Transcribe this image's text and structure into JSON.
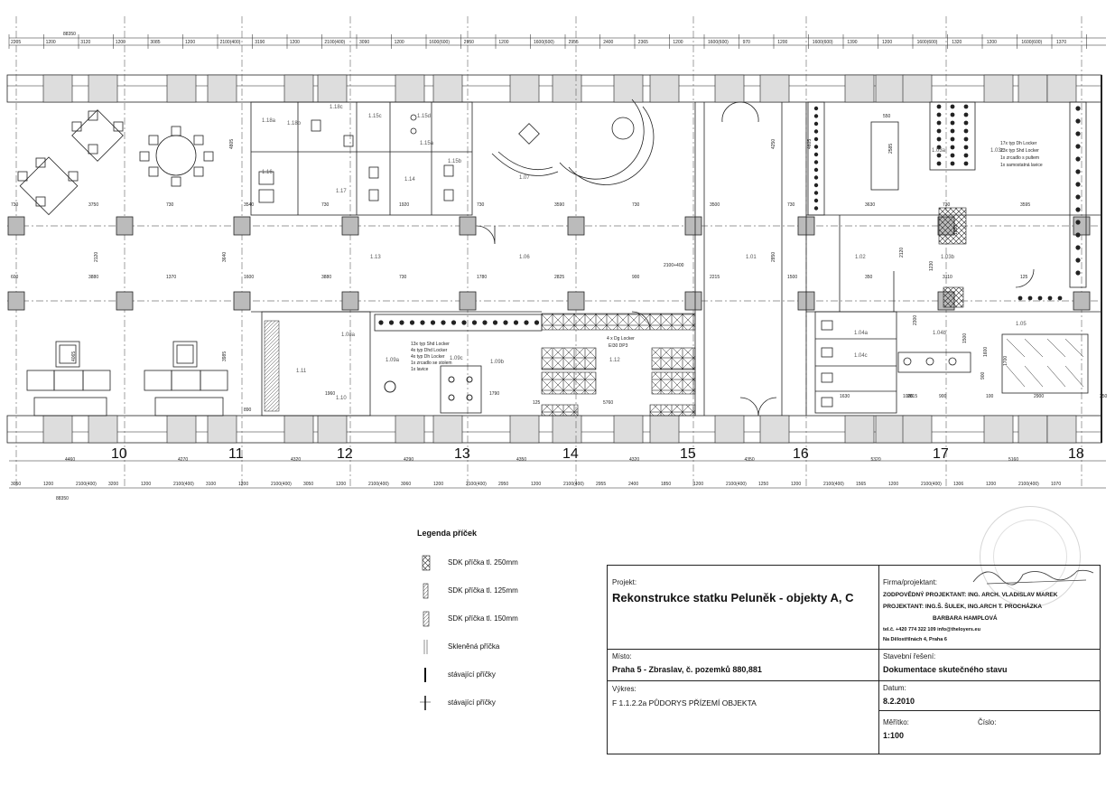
{
  "plan": {
    "axes": [
      "10",
      "11",
      "12",
      "13",
      "14",
      "15",
      "16",
      "17",
      "18"
    ],
    "top_dims": [
      "88350",
      "2205",
      "1200",
      "3120",
      "1200",
      "3085",
      "1200",
      "2100(400)",
      "3190",
      "1200",
      "2100(400)",
      "3090",
      "1200",
      "1600(600)",
      "2950",
      "1200",
      "1600(600)",
      "2955",
      "2400",
      "2365",
      "1200",
      "1600(600)",
      "970",
      "1200",
      "1600(600)",
      "1390",
      "1200",
      "1600(600)",
      "1320",
      "1200",
      "1600(600)",
      "1370"
    ],
    "bottom_dims": [
      "4460",
      "4270",
      "4320",
      "4290",
      "4350",
      "4320",
      "4350",
      "5320",
      "5160",
      "3050",
      "1200",
      "2100(400)",
      "3200",
      "1200",
      "2100(400)",
      "3100",
      "1200",
      "2100(400)",
      "3050",
      "1200",
      "2100(400)",
      "3060",
      "1200",
      "2100(400)",
      "2950",
      "1200",
      "2100(400)",
      "2955",
      "2400",
      "1850",
      "1200",
      "2100(400)",
      "1250",
      "1200",
      "2100(400)",
      "1565",
      "1200",
      "2100(400)",
      "1306",
      "1200",
      "2100(400)",
      "1070",
      "88350"
    ],
    "grid_dims": [
      "730",
      "3750",
      "730",
      "3540",
      "730",
      "1920",
      "730",
      "3590",
      "730",
      "3500",
      "730",
      "3630",
      "730",
      "3595",
      "600",
      "3880",
      "1370",
      "1600",
      "3880",
      "730",
      "1780",
      "2825",
      "900",
      "2215",
      "1500",
      "350",
      "3110",
      "125"
    ],
    "rooms": [
      "1.18a",
      "1.18c",
      "1.15c",
      "1.15d",
      "1.15a",
      "1.18b",
      "1.16",
      "1.17",
      "1.14",
      "1.15b",
      "1.07",
      "1.13",
      "1.06",
      "1.01",
      "1.02",
      "1.03a",
      "1.03b",
      "1.03c",
      "1.04a",
      "1.04b",
      "1.04c",
      "1.05",
      "1.08a",
      "1.11",
      "1.09a",
      "1.09b",
      "1.09c",
      "1.10",
      "1.12"
    ],
    "notes": {
      "lockers_left": [
        "13x typ Shd Locker",
        "4x typ Dhd Locker",
        "4x typ Dh Locker",
        "1x zrcadlo se stolem",
        "1x lavice"
      ],
      "lockers_mid": "4 x Dg Locker",
      "lockers_right": [
        "17x typ Dh Locker",
        "23x typ Shd Locker",
        "1x zrcadlo s pultem",
        "1x samostatná lavice"
      ],
      "mid_code": "EI30 DP3",
      "door_code": "2100+400",
      "bench_dim": "550",
      "h_dims": [
        "4065",
        "2120",
        "3640",
        "3985",
        "4805",
        "4250",
        "4605",
        "2850",
        "2585",
        "2120",
        "1850",
        "1230",
        "2300",
        "1500",
        "1600",
        "1700",
        "900"
      ],
      "bottom_row_dims": [
        "5760",
        "2815",
        "2900",
        "100",
        "1000",
        "900",
        "890",
        "125",
        "250",
        "1790",
        "1630",
        "1960"
      ]
    }
  },
  "legend": {
    "title": "Legenda příček",
    "items": [
      {
        "label": "SDK příčka tl. 250mm"
      },
      {
        "label": "SDK příčka tl. 125mm"
      },
      {
        "label": "SDK příčka tl. 150mm"
      },
      {
        "label": "Skleněná příčka"
      },
      {
        "label": "stávající příčky"
      },
      {
        "label": "stávající příčky"
      }
    ]
  },
  "title_block": {
    "projekt_label": "Projekt:",
    "projekt": "Rekonstrukce statku Peluněk - objekty A, C",
    "misto_label": "Místo:",
    "misto": "Praha 5 - Zbraslav, č. pozemků 880,881",
    "vykres_label": "Výkres:",
    "vykres": "F 1.1.2.2a   PŮDORYS PŘÍZEMÍ OBJEKTA",
    "firma_label": "Firma/projektant:",
    "zodpovedny": "ZODPOVĚDNÝ PROJEKTANT: ING. ARCH. VLADISLAV MAREK",
    "projektant": "PROJEKTANT:  ING.Š. ŠULEK, ING.ARCH T. PROCHÁZKA",
    "projektant2": "BARBARA HAMPLOVÁ",
    "kontakt": "tel.č. +420 774 322 109    info@theloyers.eu",
    "adresa": "Na Dělostřílnách 4, Praha 6",
    "stavebni_label": "Stavební řešení:",
    "stavebni": "Dokumentace skutečného stavu",
    "datum_label": "Datum:",
    "datum": "8.2.2010",
    "meritko_label": "Měřítko:",
    "meritko": "1:100",
    "cislo_label": "Číslo:"
  }
}
